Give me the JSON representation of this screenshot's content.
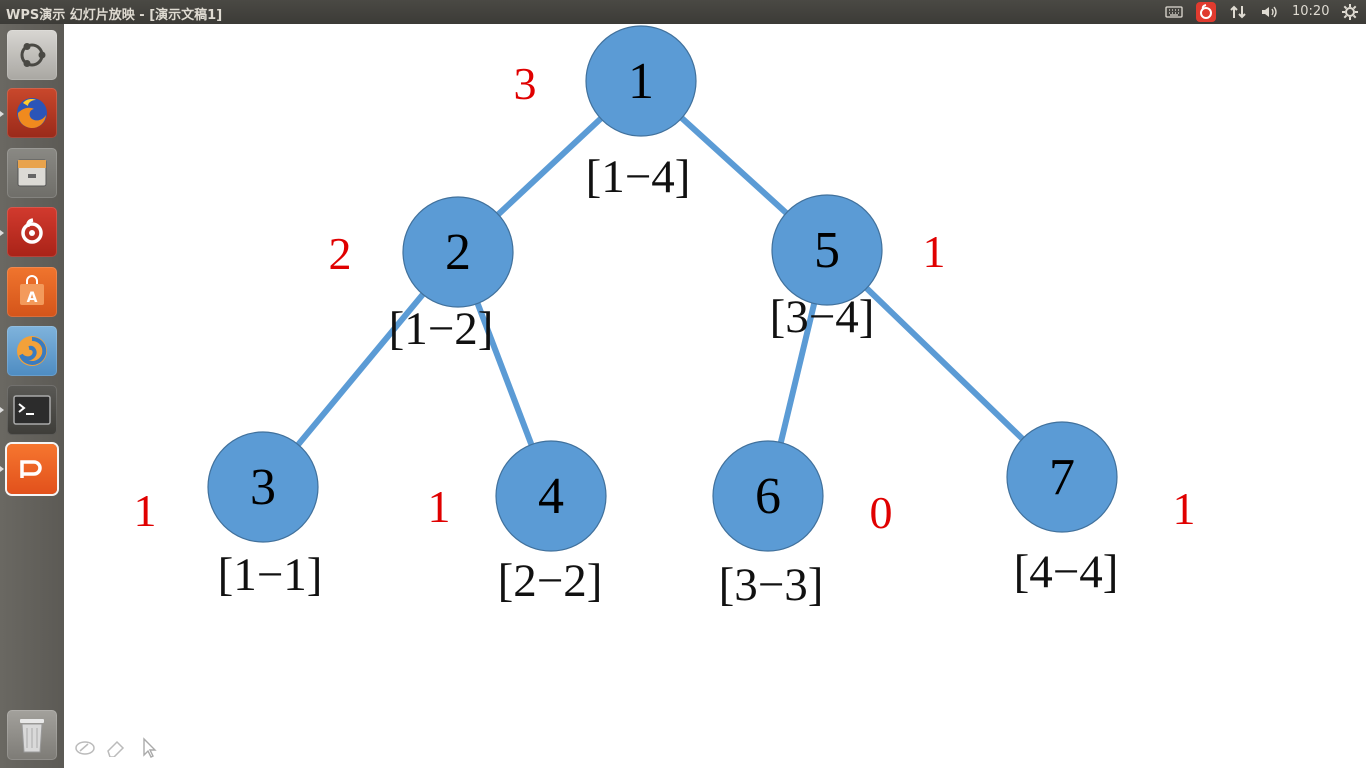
{
  "window": {
    "title": "WPS演示 幻灯片放映 - [演示文稿1]"
  },
  "tray": {
    "clock": "10:20",
    "icons": [
      "keyboard-icon",
      "netease-music-icon",
      "network-icon",
      "volume-icon",
      "settings-gear-icon"
    ]
  },
  "launcher": {
    "items": [
      {
        "name": "ubuntu-dash"
      },
      {
        "name": "firefox"
      },
      {
        "name": "files"
      },
      {
        "name": "netease-cloud-music"
      },
      {
        "name": "software-center"
      },
      {
        "name": "shutter"
      },
      {
        "name": "terminal"
      },
      {
        "name": "wps-presentation"
      },
      {
        "name": "trash"
      }
    ]
  },
  "colors": {
    "node_fill": "#5b9bd5",
    "edge": "#5b9bd5",
    "value_red": "#e00000"
  },
  "tree": {
    "nodes": [
      {
        "id": "1",
        "range": "[1−4]",
        "value": "3"
      },
      {
        "id": "2",
        "range": "[1−2]",
        "value": "2"
      },
      {
        "id": "5",
        "range": "[3−4]",
        "value": "1"
      },
      {
        "id": "3",
        "range": "[1−1]",
        "value": "1"
      },
      {
        "id": "4",
        "range": "[2−2]",
        "value": "1"
      },
      {
        "id": "6",
        "range": "[3−3]",
        "value": "0"
      },
      {
        "id": "7",
        "range": "[4−4]",
        "value": "1"
      }
    ],
    "edges": [
      [
        "1",
        "2"
      ],
      [
        "1",
        "5"
      ],
      [
        "2",
        "3"
      ],
      [
        "2",
        "4"
      ],
      [
        "5",
        "6"
      ],
      [
        "5",
        "7"
      ]
    ]
  },
  "slideshow_tools": [
    "pen-icon",
    "eraser-icon",
    "pointer-arrow-icon"
  ]
}
